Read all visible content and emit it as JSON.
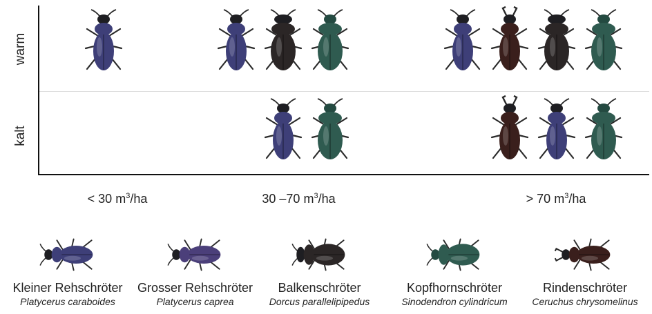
{
  "y_axis": {
    "top_label": "warm",
    "bottom_label": "kalt"
  },
  "x_axis": [
    {
      "text": "< 30 m",
      "sup": "3",
      "tail": "/ha"
    },
    {
      "text": "30 –70 m",
      "sup": "3",
      "tail": "/ha"
    },
    {
      "text": "> 70 m",
      "sup": "3",
      "tail": "/ha"
    }
  ],
  "species": [
    {
      "id": "kleiner",
      "common": "Kleiner Rehschröter",
      "latin": "Platycerus caraboides",
      "color": "#3e3f78"
    },
    {
      "id": "grosser",
      "common": "Grosser Rehschröter",
      "latin": "Platycerus caprea",
      "color": "#4b3f7a"
    },
    {
      "id": "balken",
      "common": "Balkenschröter",
      "latin": "Dorcus parallelipipedus",
      "color": "#2b2626"
    },
    {
      "id": "kopfhorn",
      "common": "Kopfhornschröter",
      "latin": "Sinodendron cylindricum",
      "color": "#2f5b50"
    },
    {
      "id": "rinden",
      "common": "Rindenschröter",
      "latin": "Ceruchus chrysomelinus",
      "color": "#3a1f1c"
    }
  ],
  "grid": {
    "warm": [
      [
        "kleiner"
      ],
      [
        "kleiner",
        "balken",
        "kopfhorn"
      ],
      [
        "kleiner",
        "rinden",
        "balken",
        "kopfhorn"
      ]
    ],
    "kalt": [
      [],
      [
        "kleiner",
        "kopfhorn"
      ],
      [
        "rinden",
        "kleiner",
        "kopfhorn"
      ]
    ]
  }
}
